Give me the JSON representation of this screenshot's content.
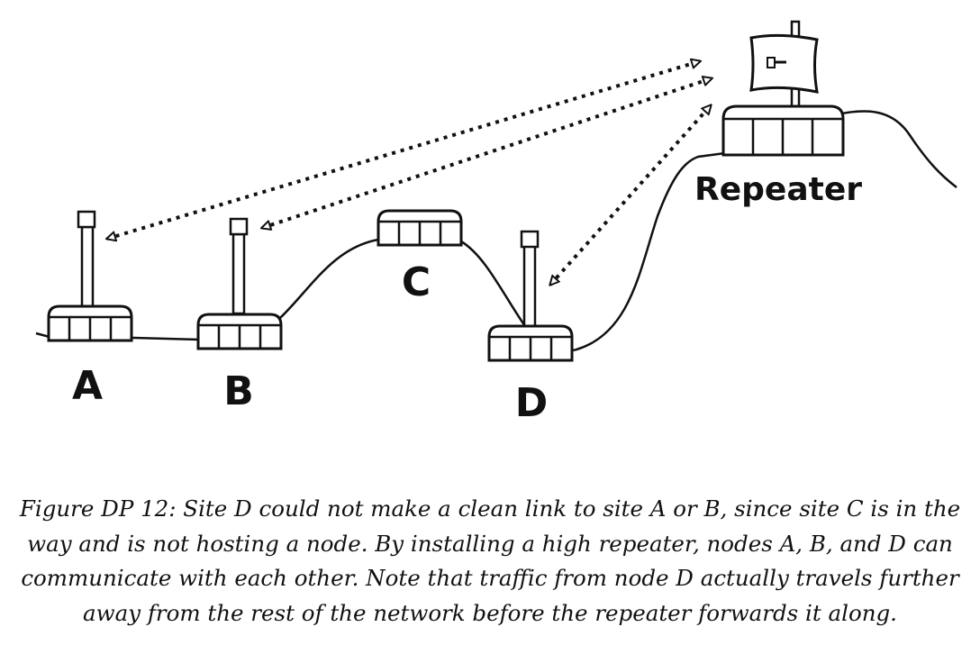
{
  "diagram": {
    "nodes": [
      {
        "id": "A",
        "label": "A"
      },
      {
        "id": "B",
        "label": "B"
      },
      {
        "id": "C",
        "label": "C"
      },
      {
        "id": "D",
        "label": "D"
      },
      {
        "id": "repeater",
        "label": "Repeater"
      }
    ],
    "links": [
      {
        "from": "A",
        "to": "repeater",
        "style": "dashed-bidirectional"
      },
      {
        "from": "B",
        "to": "repeater",
        "style": "dashed-bidirectional"
      },
      {
        "from": "D",
        "to": "repeater",
        "style": "dashed-bidirectional"
      }
    ],
    "colors": {
      "stroke": "#111111",
      "background": "#ffffff"
    }
  },
  "caption": "Figure DP 12: Site D could not make a clean link to site A or B, since site C is in the way and is not hosting a node. By installing a high repeater, nodes A, B, and D can communicate with each other. Note that traffic from node D actually travels further away from the rest of the network before the repeater forwards it along."
}
